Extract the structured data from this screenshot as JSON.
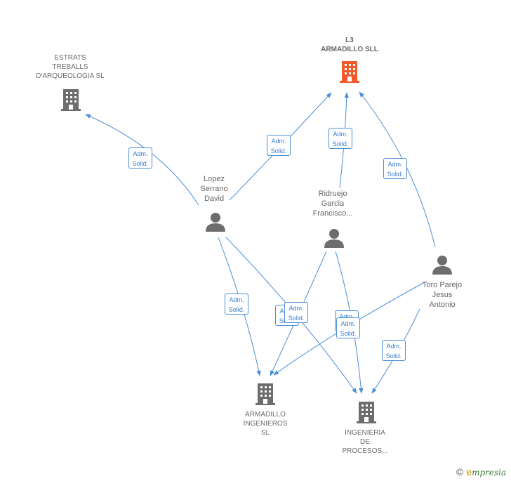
{
  "nodes": {
    "estrats": {
      "label": "ESTRATS\nTREBALLS\nD'ARQUEOLOGIA SL",
      "kind": "company"
    },
    "l3": {
      "label": "L3\nARMADILLO SLL",
      "kind": "company-highlight"
    },
    "lopez": {
      "label": "Lopez\nSerrano\nDavid",
      "kind": "person"
    },
    "ridruejo": {
      "label": "Ridruejo\nGarcia\nFrancisco...",
      "kind": "person"
    },
    "toro": {
      "label": "Toro Parejo\nJesus\nAntonio",
      "kind": "person"
    },
    "armadillo_ing": {
      "label": "ARMADILLO\nINGENIEROS\nSL",
      "kind": "company"
    },
    "ingenieria": {
      "label": "INGENIERIA\nDE\nPROCESOS...",
      "kind": "company"
    }
  },
  "edge_label": {
    "line1": "Adm.",
    "line2": "Solid."
  },
  "colors": {
    "edge": "#4a8fd6",
    "company_icon": "#6d6d6d",
    "highlight_icon": "#f05a2a",
    "person_icon": "#6d6d6d"
  },
  "footer": {
    "copyright": "©",
    "brand_first": "e",
    "brand_rest": "mpresia"
  }
}
